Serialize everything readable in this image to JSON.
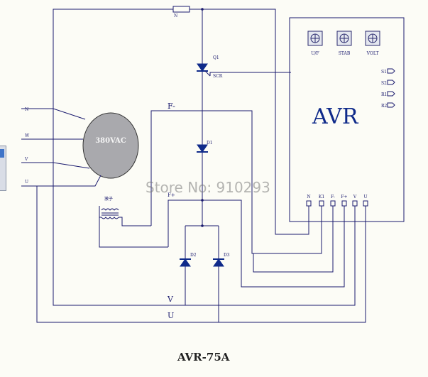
{
  "diagram": {
    "model": "AVR-75A",
    "avr_label": "AVR",
    "motor_label": "380VAC",
    "fuse_label": "N",
    "watermark": "Store No: 910293",
    "exciter_label": "激子",
    "phase_inputs": [
      "N",
      "W",
      "V",
      "U"
    ],
    "bus_labels": {
      "f_minus": "F-",
      "f_plus": "F+",
      "v": "V",
      "u": "U"
    },
    "components": {
      "q1": "Q1",
      "scr": "SCR",
      "d1": "D1",
      "d2": "D2",
      "d3": "D3"
    },
    "knobs": [
      "U/F",
      "STAB",
      "VOLT"
    ],
    "side_terminals": [
      "S1",
      "S2",
      "R1",
      "R2"
    ],
    "bottom_terminals": [
      "N",
      "K1",
      "F-",
      "F+",
      "V",
      "U"
    ]
  }
}
